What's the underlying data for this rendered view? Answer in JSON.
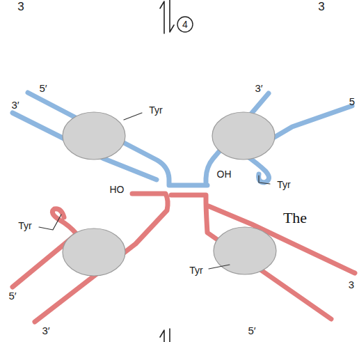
{
  "diagram": {
    "labels": [
      "3",
      "3",
      "4",
      "5′",
      "3′",
      "3′",
      "5",
      "Tyr",
      "OH",
      "HO",
      "Tyr",
      "The",
      "Tyr",
      "Tyr",
      "3",
      "5′",
      "3′",
      "5′"
    ]
  }
}
